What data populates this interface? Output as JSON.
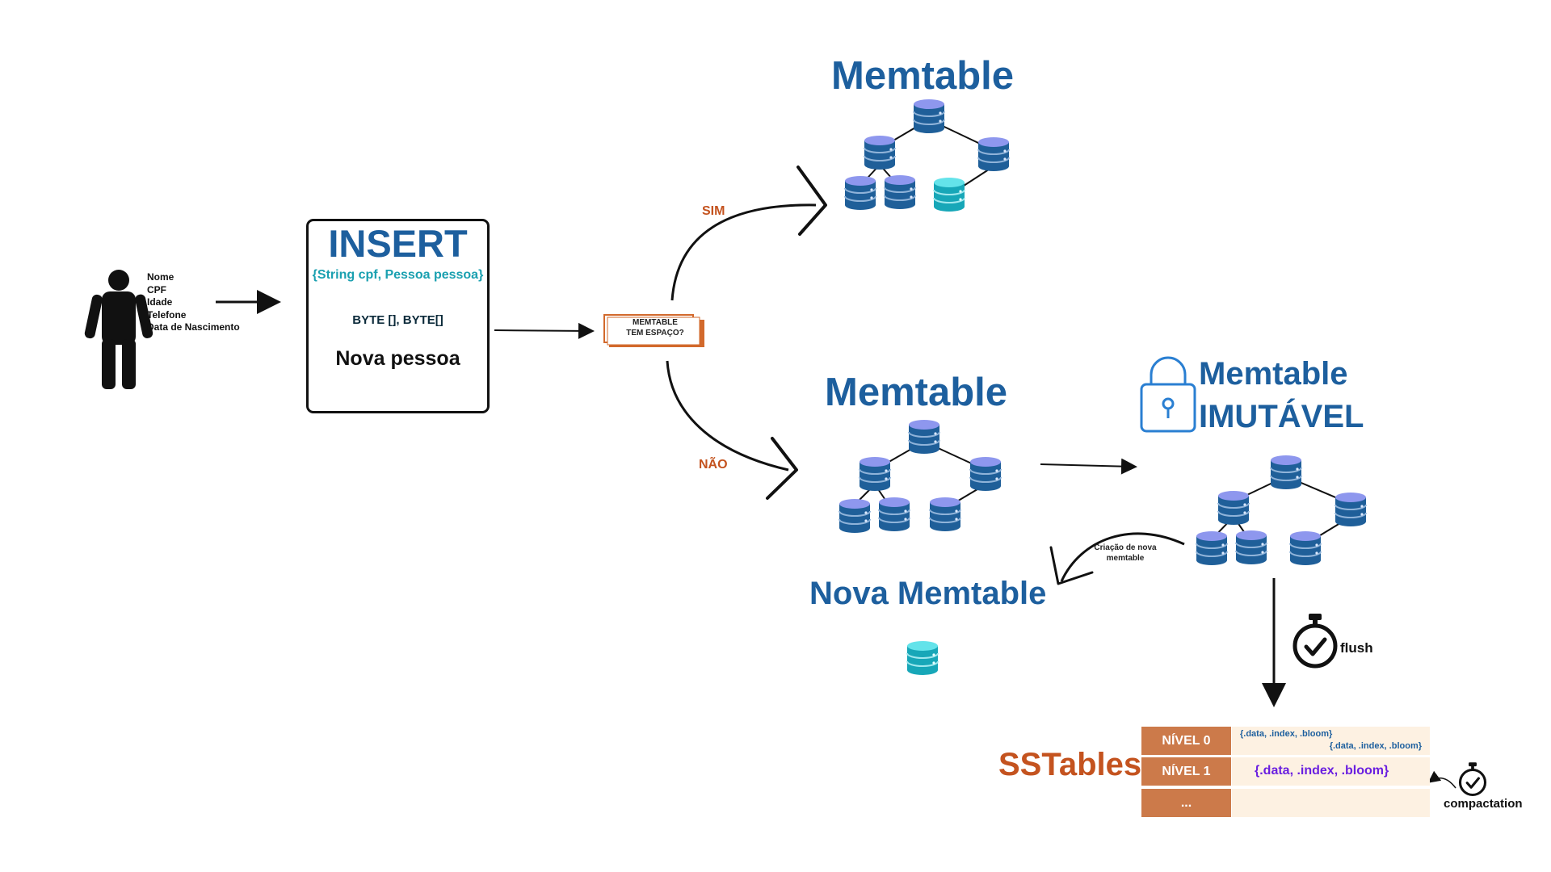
{
  "person": {
    "fields": [
      "Nome",
      "CPF",
      "Idade",
      "Telefone",
      "Data de Nascimento"
    ]
  },
  "insert": {
    "title": "INSERT",
    "params": "{String cpf, Pessoa pessoa}",
    "byte_label": "BYTE [], BYTE[]",
    "subtitle": "Nova pessoa"
  },
  "decision": {
    "line1": "MEMTABLE",
    "line2": "TEM ESPAÇO?"
  },
  "edges": {
    "yes": "SIM",
    "no": "NÃO",
    "new_memtable": "Criação de nova memtable",
    "flush": "flush",
    "compaction": "compactation"
  },
  "memtables": {
    "top_title": "Memtable",
    "middle_title": "Memtable",
    "immutable_line1": "Memtable",
    "immutable_line2": "IMUTÁVEL",
    "new_title": "Nova Memtable"
  },
  "sstables": {
    "title": "SSTables",
    "levels": [
      {
        "label": "NÍVEL 0",
        "files_line1": "{.data, .index, .bloom}",
        "files_line2": "{.data, .index, .bloom}"
      },
      {
        "label": "NÍVEL 1",
        "files": "{.data, .index, .bloom}"
      },
      {
        "label": "...",
        "files": ""
      }
    ]
  },
  "colors": {
    "blue_title": "#1d5f9e",
    "teal": "#1aa0b0",
    "orange": "#c4531f",
    "level_bg": "#cc7a4a",
    "file_bg": "#fdf1e2",
    "purple": "#6a1fe0"
  },
  "icons": [
    "person-icon",
    "database-icon",
    "lock-icon",
    "stopwatch-icon"
  ]
}
